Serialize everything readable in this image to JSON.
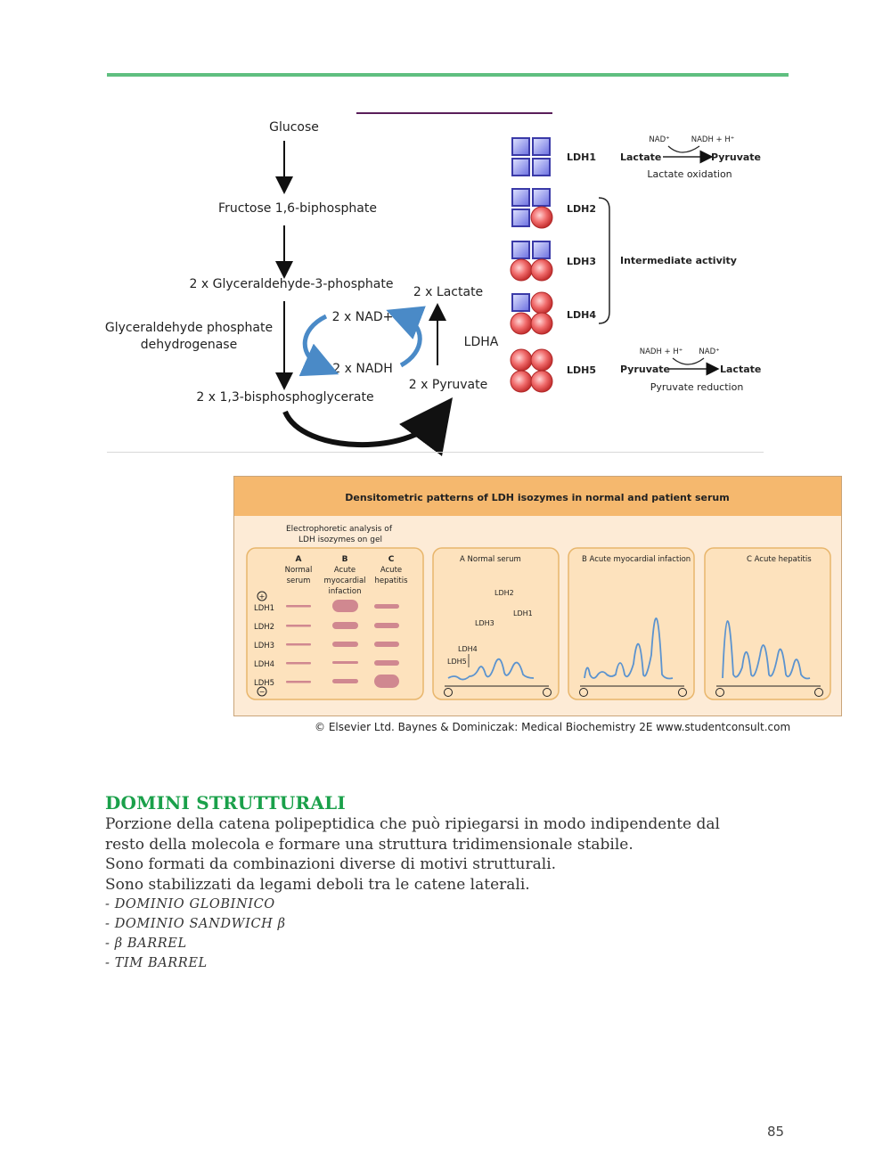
{
  "pathway": {
    "glucose": "Glucose",
    "f16bp": "Fructose 1,6-biphosphate",
    "g3p": "2 x Glyceraldehyde-3-phosphate",
    "enzyme_line1": "Glyceraldehyde phosphate",
    "enzyme_line2": "dehydrogenase",
    "nad": "2 x NAD+",
    "nadh": "2 x NADH",
    "bpg": "2 x 1,3-bisphosphoglycerate",
    "lactate": "2 x Lactate",
    "pyruvate": "2 x Pyruvate",
    "ldha": "LDHA"
  },
  "isozymes": {
    "labels": [
      "LDH1",
      "LDH2",
      "LDH3",
      "LDH4",
      "LDH5"
    ],
    "nad_top": "NAD⁺",
    "nadh_top": "NADH + H⁺",
    "lactate_top": "Lactate",
    "pyruvate_top": "Pyruvate",
    "lactate_oxidation": "Lactate oxidation",
    "intermediate": "Intermediate activity",
    "nadh_bottom": "NADH + H⁺",
    "nad_bottom": "NAD⁺",
    "pyruvate_bottom": "Pyruvate",
    "lactate_bottom": "Lactate",
    "pyruvate_reduction": "Pyruvate reduction"
  },
  "densitometric": {
    "title": "Densitometric patterns of LDH isozymes in normal and patient serum",
    "gel_caption_1": "Electrophoretic analysis of",
    "gel_caption_2": "LDH isozymes on gel",
    "col_a": "A",
    "col_a_1": "Normal",
    "col_a_2": "serum",
    "col_b": "B",
    "col_b_1": "Acute",
    "col_b_2": "myocardial",
    "col_b_3": "infaction",
    "col_c": "C",
    "col_c_1": "Acute",
    "col_c_2": "hepatitis",
    "gel_rows": [
      "LDH1",
      "LDH2",
      "LDH3",
      "LDH4",
      "LDH5"
    ],
    "panel_a": "A Normal serum",
    "panel_b": "B Acute myocardial infaction",
    "panel_c": "C Acute hepatitis",
    "peak_ldh2": "LDH2",
    "peak_ldh1": "LDH1",
    "peak_ldh3": "LDH3",
    "peak_ldh4": "LDH4",
    "peak_ldh5": "LDH5",
    "plus": "+",
    "minus": "−"
  },
  "credit": "© Elsevier Ltd. Baynes & Dominiczak: Medical Biochemistry 2E www.studentconsult.com",
  "section": {
    "heading": "DOMINI STRUTTURALI",
    "p1": "Porzione della catena polipeptidica che può ripiegarsi in modo indipendente dal",
    "p2": "resto della molecola e formare una struttura tridimensionale stabile.",
    "p3": "Sono formati da combinazioni diverse di motivi strutturali.",
    "p4": "Sono stabilizzati da legami deboli tra le catene laterali.",
    "items": [
      "- DOMINIO GLOBINICO",
      "- DOMINIO SANDWICH β",
      "- β BARREL",
      "- TIM BARREL"
    ]
  },
  "page_number": "85",
  "colors": {
    "accent": "#1aa04a",
    "topbar": "#5fbf80",
    "peak": "#5b93cf",
    "band": "#d08890"
  }
}
